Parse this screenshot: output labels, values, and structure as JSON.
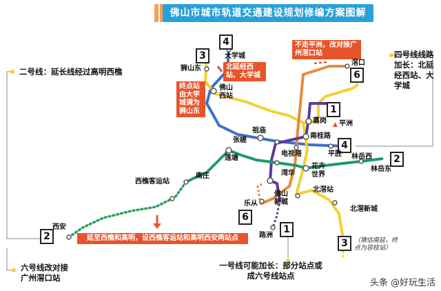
{
  "title": "佛山市城市轨道交通建设规划修编方案图解",
  "notes": {
    "line2": "二号线：延长线经过高明西樵",
    "line4": "四号线线路加长：北延经西站、大学城",
    "line6": "六号线改对接广州滘口站",
    "line1": "一号线可能加长：部分站点或成六号线站点"
  },
  "callouts": {
    "top_right": "不走平洲，改对接广州滘口站",
    "mid": "北延经西站、大学城",
    "left": "终点站由大学城调为狮山东",
    "bottom": "延至西樵和高明，设西樵客运站和高明西安两站点"
  },
  "hand_note": "（猜估南延，终点为容桂站）",
  "stations": {
    "daxuecheng": "大学城",
    "shishandong": "狮山东",
    "foshan_xizhan": "佛山西站",
    "jiaokou": "滘口",
    "pingzhou": "平洲",
    "jiaogang": "嘉岗",
    "nanguilu": "南桂路",
    "zudian": "祖庙",
    "zhangcha": "张槎",
    "liantang": "莲塘",
    "dianshita": "电视塔",
    "pingsheng": "平胜",
    "linyuexi": "林岳西",
    "linyuedong": "林岳东",
    "huaqi_shijie": "花卉世界",
    "wanhua": "湾华",
    "foshan_xincheng": "佛山新城",
    "beijiao_zhan": "北滘站",
    "beijiao_xincheng": "北滘新城",
    "nanzhuang": "南庄",
    "xiqiao_keyun": "西樵客运站",
    "xian": "西安",
    "lecong": "乐从",
    "luzhou": "路洲"
  },
  "badges": {
    "b4_top": "4",
    "b3_top": "3",
    "b6_top": "6",
    "b1_mid": "1",
    "b4_mid": "4",
    "b2_right": "2",
    "b2_left": "2",
    "b6_bottom": "6",
    "b1_bottom": "1",
    "b3_bottom": "3"
  },
  "watermark": "头条 @好玩生活",
  "colors": {
    "line1": "#5a3a9a",
    "line2": "#1b9a6a",
    "line2_ext": "#2aa05a",
    "line3": "#f2d033",
    "line4": "#2d67c4",
    "line6": "#e88a3a",
    "title": "#2aa0d8",
    "callout": "#e8542a"
  }
}
